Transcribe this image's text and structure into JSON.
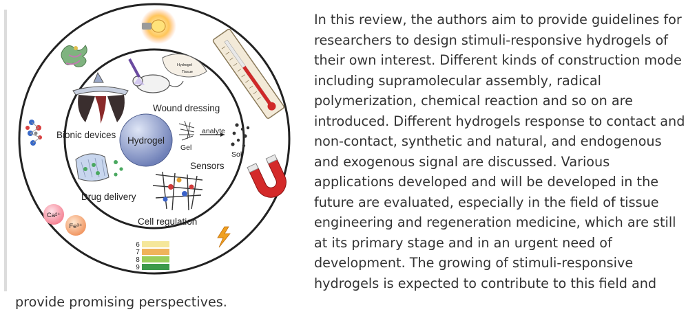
{
  "figure": {
    "center_label": "Hydrogel",
    "applications": {
      "wound_dressing": "Wound dressing",
      "bionic_devices": "Bionic devices",
      "sensors": "Sensors",
      "drug_delivery": "Drug delivery",
      "cell_regulation": "Cell regulation"
    },
    "sensor_labels": {
      "analyte": "analyte",
      "gel": "Gel",
      "sol": "Sol"
    },
    "ions": {
      "calcium": "Ca²⁺",
      "iron": "Fe³⁺"
    },
    "ph_scale": [
      "6",
      "7",
      "8",
      "9"
    ],
    "ph_colors": [
      "#f5e79a",
      "#f0b35a",
      "#9acd5a",
      "#3c9a4a"
    ],
    "mouse_labels": {
      "hydrogel": "Hydrogel",
      "tissue": "Tissue"
    }
  },
  "article": {
    "lines": [
      "In this review, the authors aim to provide guidelines for",
      "researchers to design stimuli-responsive hydrogels of",
      "their own interest. Different kinds of construction mode",
      "including supramolecular assembly, radical",
      "polymerization, chemical reaction and so on are",
      "introduced. Different hydrogels response to contact and",
      "non-contact, synthetic and natural, and endogenous",
      "and exogenous signal are discussed. Various",
      "applications developed and will be developed in the",
      "future are evaluated, especially in the field of tissue",
      "engineering and regeneration medicine, which are still",
      "at its primary stage and in an urgent need of",
      "development. The growing of stimuli-responsive",
      "hydrogels is expected to contribute to this field and"
    ],
    "tail": "provide promising perspectives."
  }
}
